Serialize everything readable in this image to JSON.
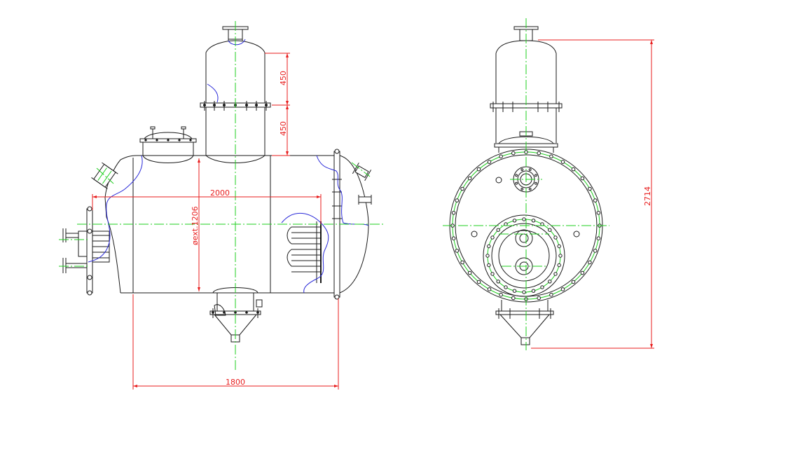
{
  "colors": {
    "outline": "#1a1a1a",
    "centerline": "#1fcf1f",
    "dimension": "#e81e1e",
    "break_line": "#2a2ad8"
  },
  "dimensions": {
    "length_2000": "2000",
    "width_1800": "1800",
    "diameter": "øext.1206",
    "upper_450": "450",
    "lower_450": "450",
    "height_2714": "2714"
  }
}
